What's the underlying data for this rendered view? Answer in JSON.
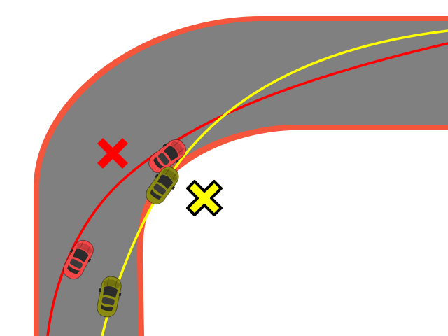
{
  "scene": {
    "background_color": "#ffffff",
    "track": {
      "surface_color": "#808080",
      "border_color": "#f5553a"
    },
    "racing_lines": [
      {
        "id": "red-line",
        "color": "#ff0000"
      },
      {
        "id": "yellow-line",
        "color": "#ffff00"
      }
    ],
    "cars": [
      {
        "id": "red-car-lead",
        "color": "#f44848",
        "team": "red"
      },
      {
        "id": "olive-car-lead",
        "color": "#8c8c12",
        "team": "olive"
      },
      {
        "id": "red-car-trail",
        "color": "#f44848",
        "team": "red"
      },
      {
        "id": "olive-car-trail",
        "color": "#8c8c12",
        "team": "olive"
      }
    ],
    "markers": [
      {
        "id": "red-x-marker",
        "icon": "x-mark-icon",
        "color": "#ff0000",
        "outline": "none"
      },
      {
        "id": "yellow-x-marker",
        "icon": "x-mark-icon",
        "color": "#ffff00",
        "outline": "#000000"
      }
    ]
  }
}
